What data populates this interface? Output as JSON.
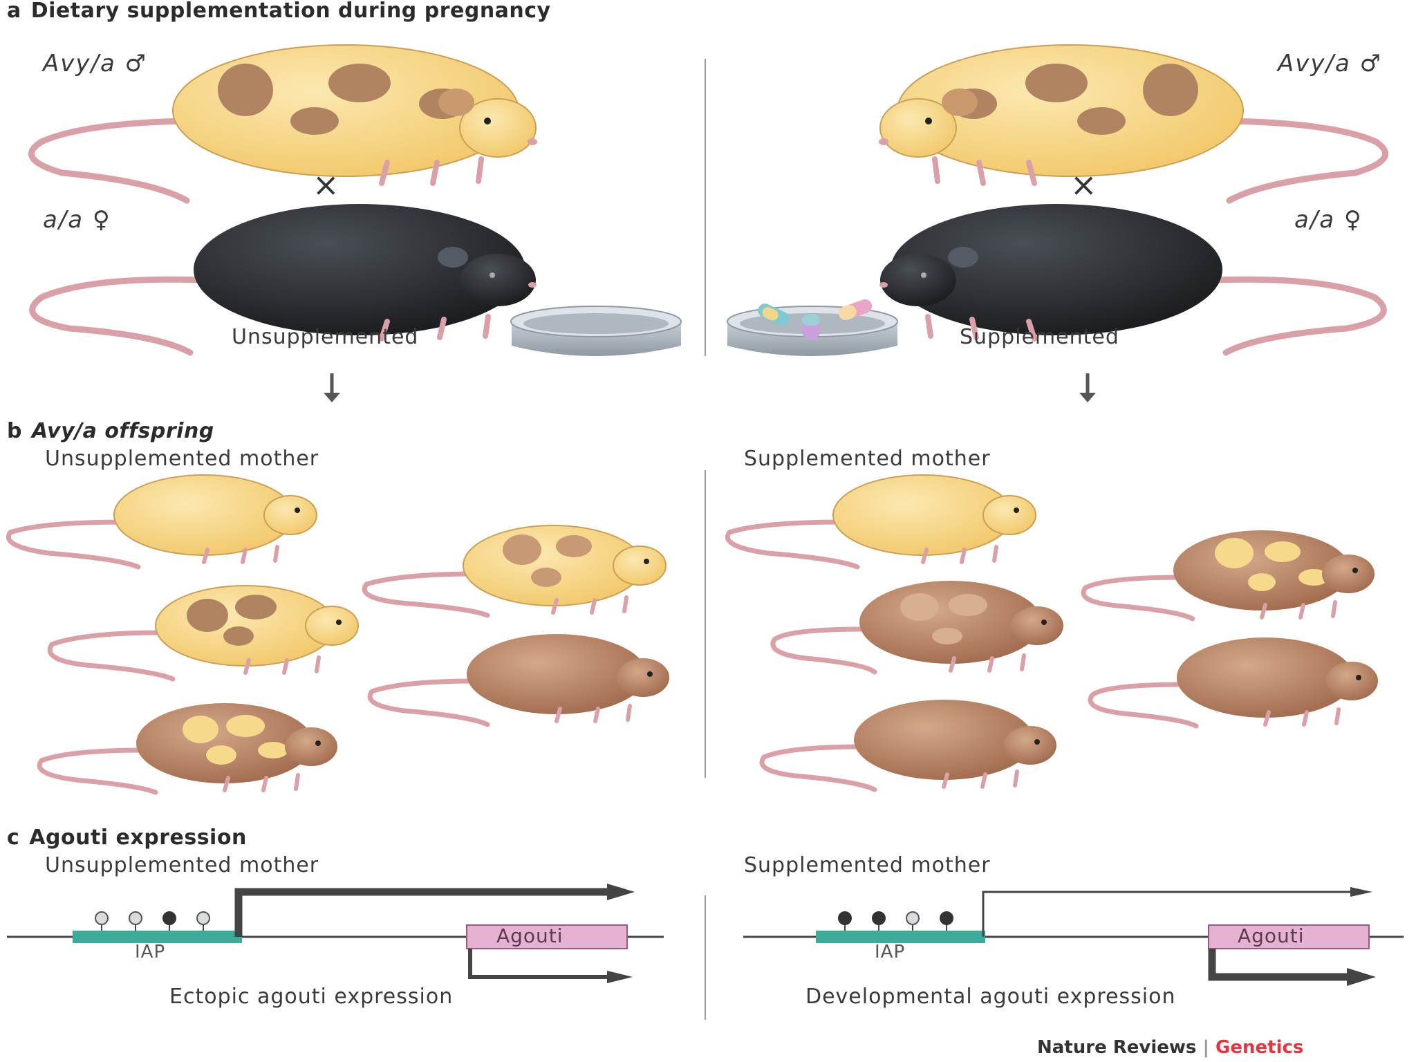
{
  "panels": {
    "a": {
      "letter": "a",
      "title": "Dietary supplementation during pregnancy"
    },
    "b": {
      "letter": "b",
      "title": "Avy/a offspring"
    },
    "c": {
      "letter": "c",
      "title": "Agouti expression"
    }
  },
  "genotypes": {
    "male_left": "Avy/a ♂",
    "female_left": "a/a ♀",
    "male_right": "Avy/a ♂",
    "female_right": "a/a ♀",
    "cross": "×"
  },
  "conditions": {
    "unsupplemented": "Unsupplemented",
    "supplemented": "Supplemented"
  },
  "offspring": {
    "left_label": "Unsupplemented mother",
    "right_label": "Supplemented mother"
  },
  "expression": {
    "left_label": "Unsupplemented mother",
    "right_label": "Supplemented mother",
    "gene": "Agouti",
    "element": "IAP",
    "left_caption": "Ectopic agouti expression",
    "right_caption": "Developmental agouti expression"
  },
  "footer": {
    "brand": "Nature Reviews",
    "separator": "|",
    "journal": "Genetics"
  },
  "colors": {
    "yellow_coat": "#f6d98a",
    "patch_brown": "#b08461",
    "black_coat": "#2a2d30",
    "brown_coat": "#b57f5d",
    "tail_pink": "#d9a0a7",
    "iap_teal": "#3dab98",
    "agouti_pink": "#e5b3d1",
    "methyl_filled": "#333333",
    "methyl_open": "#d8dcdc",
    "journal_red": "#e2353f"
  }
}
